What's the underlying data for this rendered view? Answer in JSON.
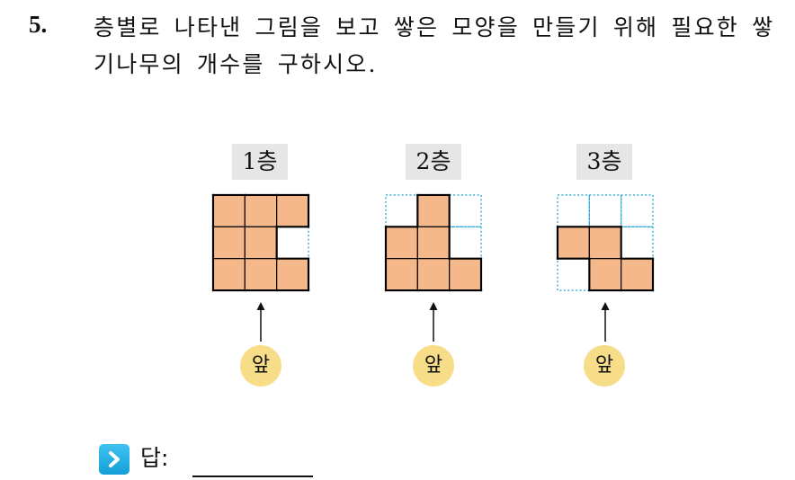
{
  "question": {
    "number": "5.",
    "text": "층별로 나타낸 그림을 보고 쌓은 모양을 만들기 위해 필요한 쌓기나무의 개수를 구하시오."
  },
  "colors": {
    "cube_fill": "#f5b88a",
    "grid_line": "#000000",
    "dotted_line": "#2aa7d6",
    "label_bg": "#e6e6e6",
    "front_badge_bg": "#f8dd88",
    "answer_icon_bg": "#1aa8e0"
  },
  "floors": [
    {
      "label": "1층",
      "front_label": "앞",
      "cells": [
        [
          1,
          1,
          1
        ],
        [
          1,
          1,
          0
        ],
        [
          1,
          1,
          1
        ]
      ]
    },
    {
      "label": "2층",
      "front_label": "앞",
      "cells": [
        [
          0,
          1,
          0
        ],
        [
          1,
          1,
          0
        ],
        [
          1,
          1,
          1
        ]
      ]
    },
    {
      "label": "3층",
      "front_label": "앞",
      "cells": [
        [
          0,
          0,
          0
        ],
        [
          1,
          1,
          0
        ],
        [
          0,
          1,
          1
        ]
      ]
    }
  ],
  "answer": {
    "icon": "chevron-right-icon",
    "label": "답:"
  }
}
